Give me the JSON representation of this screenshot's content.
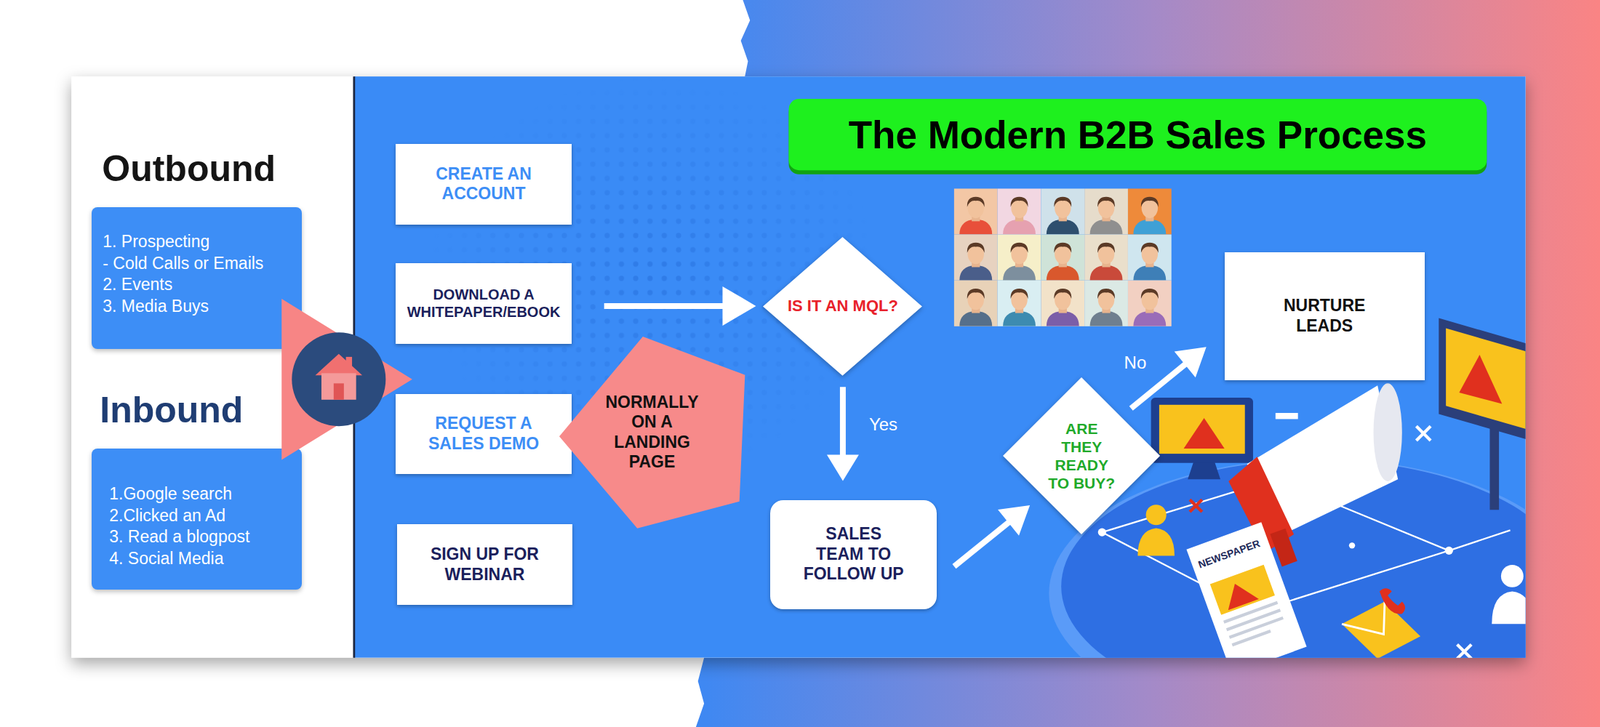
{
  "diagram": {
    "title": "The Modern B2B Sales Process",
    "nodes": [
      {
        "text": [
          "Outbound",
          "1. Prospecting",
          "- Cold Calls or Emails",
          "2. Events",
          "3. Media Buys"
        ]
      },
      {
        "text": [
          "Inbound",
          "1.Google search",
          "2.Clicked an Ad",
          "3. Read a blogpost",
          "4. Social Media"
        ]
      },
      {
        "text": [
          "CREATE AN ACCOUNT"
        ]
      },
      {
        "text": [
          "DOWNLOAD A WHITEPAPER/EBOOK"
        ]
      },
      {
        "text": [
          "REQUEST A SALES DEMO"
        ]
      },
      {
        "text": [
          "SIGN UP FOR WEBINAR"
        ]
      },
      {
        "text": [
          "NORMALLY ON A LANDING PAGE"
        ]
      },
      {
        "text": [
          "IS IT AN MQL?"
        ]
      },
      {
        "text": [
          "SALES TEAM TO FOLLOW UP"
        ]
      },
      {
        "text": [
          "ARE THEY READY TO BUY?"
        ]
      },
      {
        "text": [
          "NURTURE LEADS"
        ]
      }
    ],
    "edges": [
      {
        "from": 3,
        "to": 7,
        "arrow": "to"
      },
      {
        "from": 7,
        "to": 8,
        "arrow": "to",
        "label": "Yes"
      },
      {
        "from": 8,
        "to": 9,
        "arrow": "to"
      },
      {
        "from": 9,
        "to": 10,
        "arrow": "to",
        "label": "No"
      }
    ],
    "labels": [
      "NEWSPAPER"
    ]
  }
}
